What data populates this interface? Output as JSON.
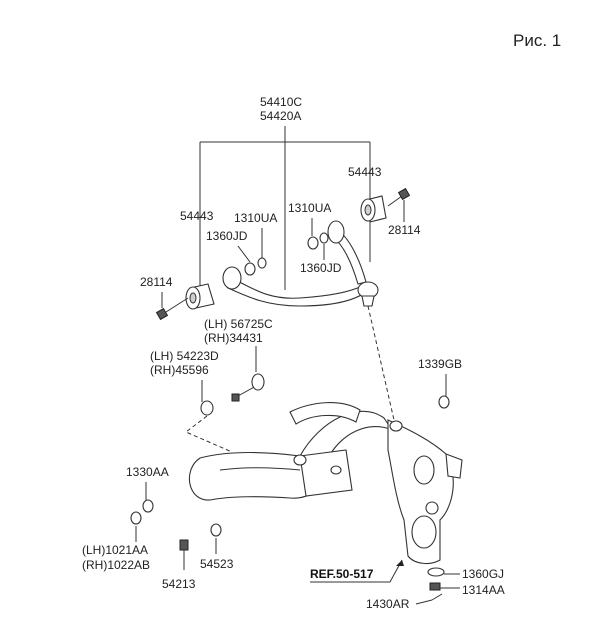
{
  "title": "Рис. 1",
  "labels": {
    "upper_arm_a": "54410C",
    "upper_arm_b": "54420A",
    "bushing_left": "54443",
    "bushing_right": "54443",
    "bolt_left": "28114",
    "bolt_right": "28114",
    "nut_left": "1310UA",
    "nut_right": "1310UA",
    "washer_left": "1360JD",
    "washer_right": "1360JD",
    "lh_56725c": "(LH) 56725C",
    "rh_34431": "(RH)34431",
    "lh_54223d": "(LH) 54223D",
    "rh_45596": "(RH)45596",
    "label_1339gb": "1339GB",
    "label_1330aa": "1330AA",
    "lh_1021aa": "(LH)1021AA",
    "rh_1022ab": "(RH)1022AB",
    "label_54213": "54213",
    "label_54523": "54523",
    "ref": "REF.50-517",
    "label_1360gj": "1360GJ",
    "label_1314aa": "1314AA",
    "label_1430ar": "1430AR"
  }
}
